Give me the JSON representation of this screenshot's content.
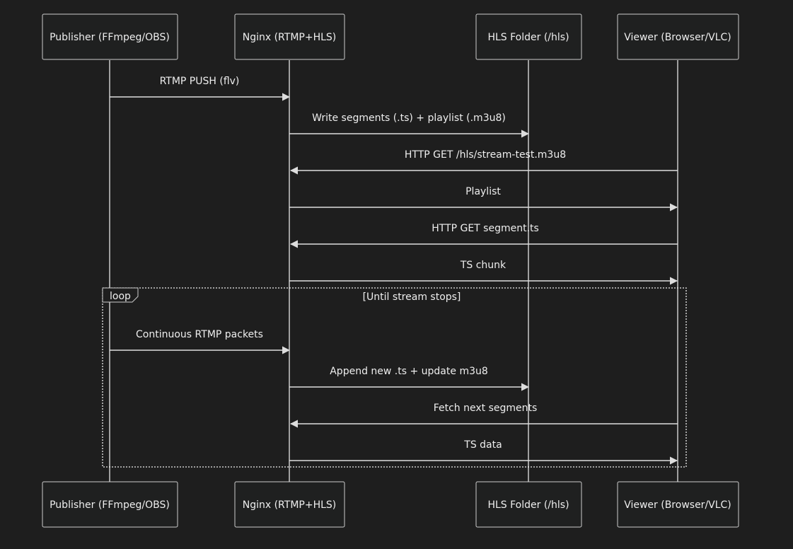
{
  "actors": [
    {
      "id": "publisher",
      "label": "Publisher (FFmpeg/OBS)"
    },
    {
      "id": "nginx",
      "label": "Nginx (RTMP+HLS)"
    },
    {
      "id": "hls",
      "label": "HLS Folder (/hls)"
    },
    {
      "id": "viewer",
      "label": "Viewer (Browser/VLC)"
    }
  ],
  "messages": [
    {
      "from": "publisher",
      "to": "nginx",
      "text": "RTMP PUSH (flv)"
    },
    {
      "from": "nginx",
      "to": "hls",
      "text": "Write segments (.ts) + playlist (.m3u8)"
    },
    {
      "from": "viewer",
      "to": "nginx",
      "text": "HTTP GET /hls/stream-test.m3u8"
    },
    {
      "from": "nginx",
      "to": "viewer",
      "text": "Playlist"
    },
    {
      "from": "viewer",
      "to": "nginx",
      "text": "HTTP GET segment.ts"
    },
    {
      "from": "nginx",
      "to": "viewer",
      "text": "TS chunk"
    },
    {
      "from": "publisher",
      "to": "nginx",
      "text": "Continuous RTMP packets"
    },
    {
      "from": "nginx",
      "to": "hls",
      "text": "Append new .ts + update m3u8"
    },
    {
      "from": "viewer",
      "to": "nginx",
      "text": "Fetch next segments"
    },
    {
      "from": "nginx",
      "to": "viewer",
      "text": "TS data"
    }
  ],
  "loop": {
    "label": "loop",
    "condition": "[Until stream stops]"
  }
}
